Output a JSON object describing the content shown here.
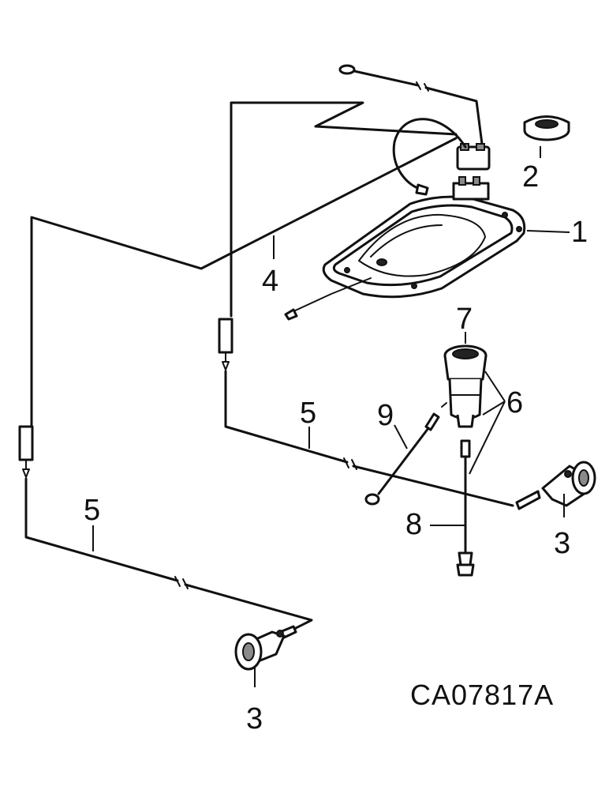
{
  "callouts": {
    "c1": "1",
    "c2": "2",
    "c3a": "3",
    "c3b": "3",
    "c4": "4",
    "c5a": "5",
    "c5b": "5",
    "c6": "6",
    "c7": "7",
    "c8": "8",
    "c9": "9"
  },
  "drawing_code": "CA07817A"
}
